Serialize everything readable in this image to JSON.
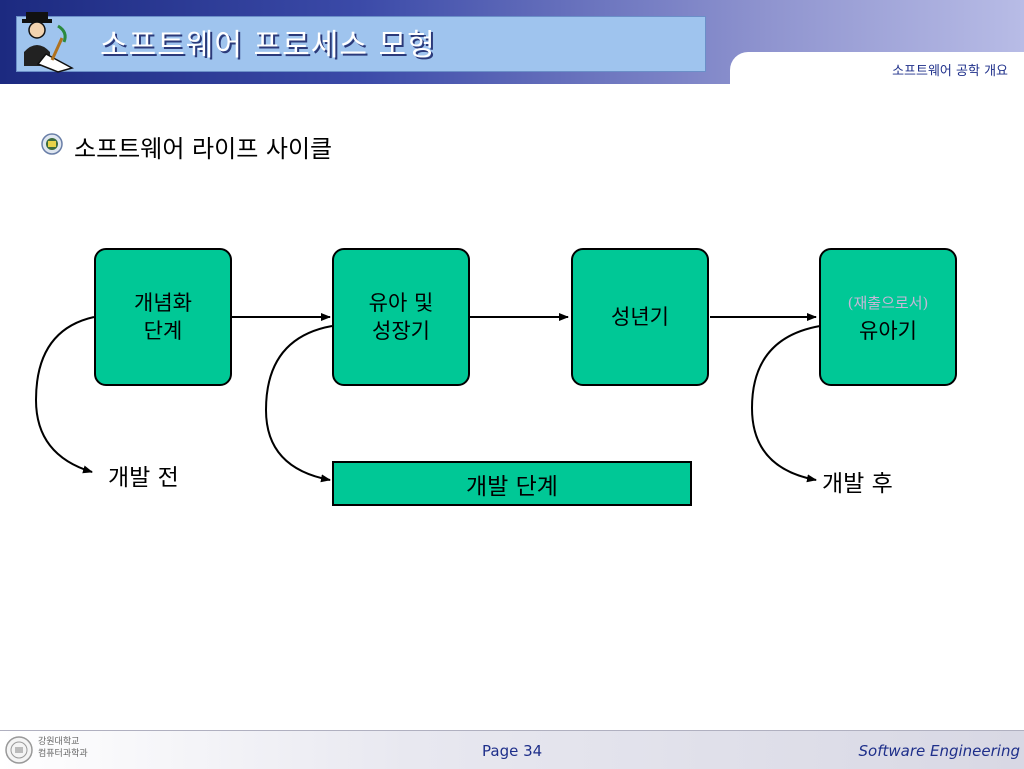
{
  "header": {
    "title": "소프트웨어 프로세스 모형",
    "subtitle": "소프트웨어 공학 개요"
  },
  "main": {
    "bullet_text": "소프트웨어 라이프 사이클"
  },
  "diagram": {
    "stages": [
      {
        "line1": "개념화",
        "line2": "단계"
      },
      {
        "line1": "유아 및",
        "line2": "성장기"
      },
      {
        "line1": "성년기",
        "line2": ""
      },
      {
        "line1": "(재출으로서)",
        "line2": "유아기"
      }
    ],
    "label_before": "개발 전",
    "label_dev": "개발 단계",
    "label_after": "개발 후"
  },
  "footer": {
    "univ_line1": "강원대학교",
    "univ_line2": "컴퓨터과학과",
    "page": "Page 34",
    "brand": "Software Engineering"
  },
  "colors": {
    "box_fill": "#00c896",
    "header_dark": "#1c2a80",
    "accent_text": "#1e2f8a"
  }
}
